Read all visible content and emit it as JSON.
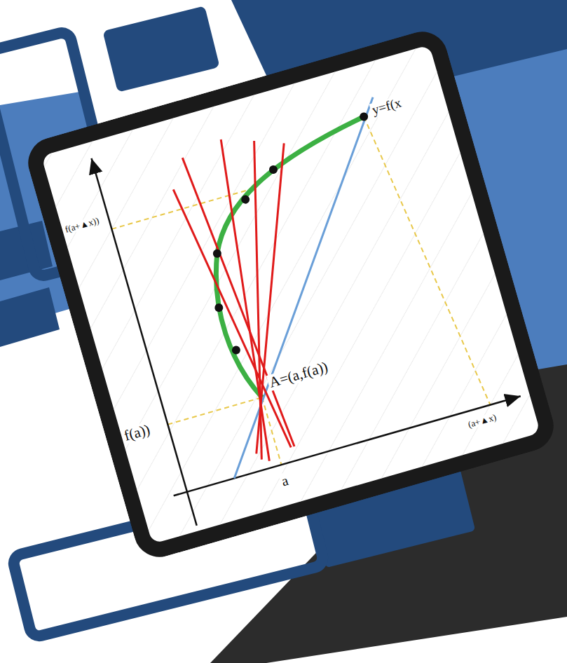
{
  "diagram": {
    "labels": [
      "y=f(x",
      "f(a+▲x))",
      "A=(a,f(a))",
      "f(a))",
      "a",
      "(a+▲x)"
    ]
  }
}
